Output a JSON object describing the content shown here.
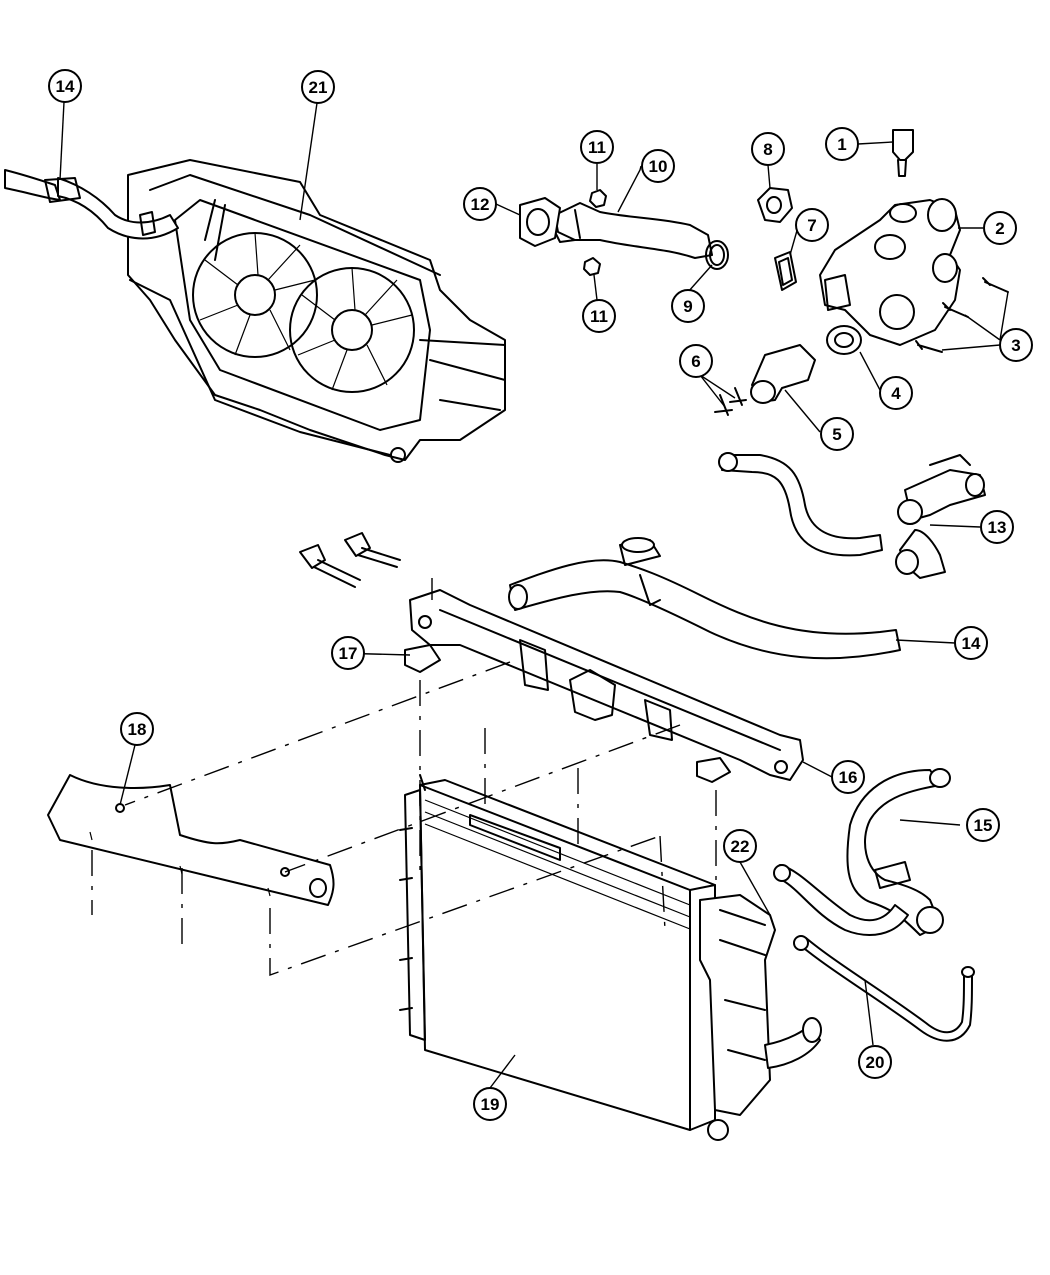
{
  "callouts": {
    "c1": "1",
    "c2": "2",
    "c3": "3",
    "c4": "4",
    "c5": "5",
    "c6": "6",
    "c7": "7",
    "c8": "8",
    "c9": "9",
    "c10": "10",
    "c11a": "11",
    "c11b": "11",
    "c12": "12",
    "c13": "13",
    "c14a": "14",
    "c14b": "14",
    "c15": "15",
    "c16": "16",
    "c17": "17",
    "c18": "18",
    "c19": "19",
    "c20": "20",
    "c21": "21",
    "c22": "22"
  }
}
